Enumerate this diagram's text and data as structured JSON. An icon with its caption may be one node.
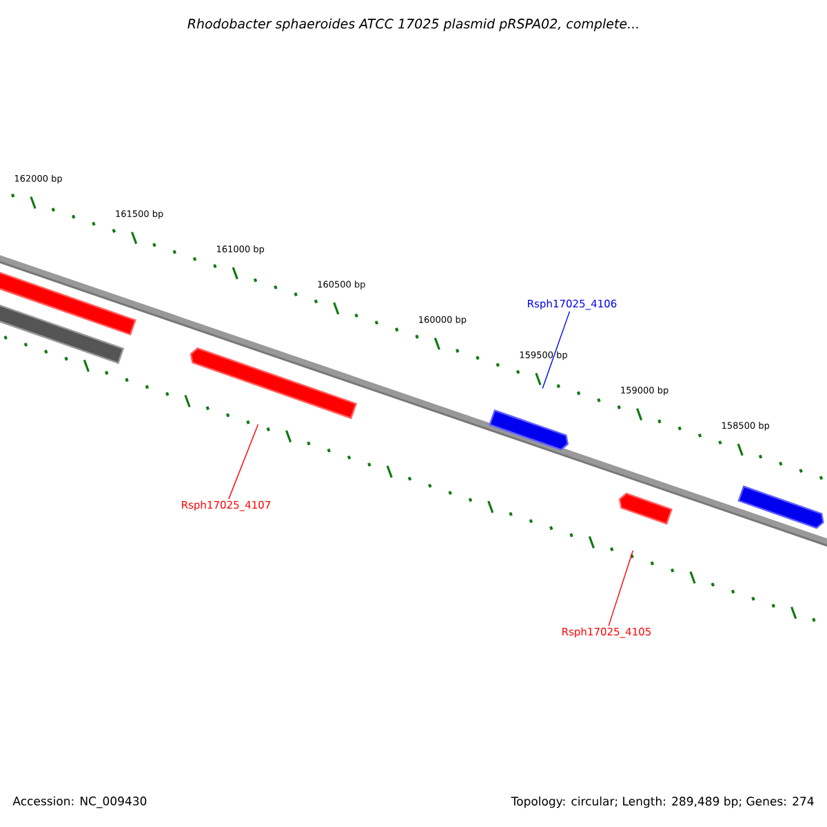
{
  "diagram": {
    "title": "Rhodobacter sphaeroides ATCC 17025 plasmid pRSPA02, complete...",
    "nodes": [
      {
        "text": [],
        "shape": "bar"
      },
      {
        "text": [],
        "shape": "bar"
      },
      {
        "text": [],
        "shape": "arrow"
      },
      {
        "text": [],
        "shape": "arrow"
      },
      {
        "text": [],
        "shape": "arrow"
      },
      {
        "text": [],
        "shape": "arrow"
      },
      {
        "text": [
          "Rsph17025_4106"
        ]
      },
      {
        "text": [
          "Rsph17025_4107"
        ]
      },
      {
        "text": [
          "Rsph17025_4105"
        ]
      }
    ],
    "edges": [
      {
        "from": 6,
        "to": 3,
        "arrow": "none",
        "color": "#0000ff"
      },
      {
        "from": 7,
        "to": 2,
        "arrow": "none"
      },
      {
        "from": 8,
        "to": 4,
        "arrow": "none"
      }
    ],
    "labels": [
      "162000 bp",
      "161500 bp",
      "161000 bp",
      "160500 bp",
      "160000 bp",
      "159500 bp",
      "159000 bp",
      "158500 bp",
      "Accession: NC_009430",
      "Topology: circular; Length: 289,489 bp; Genes: 274"
    ]
  }
}
